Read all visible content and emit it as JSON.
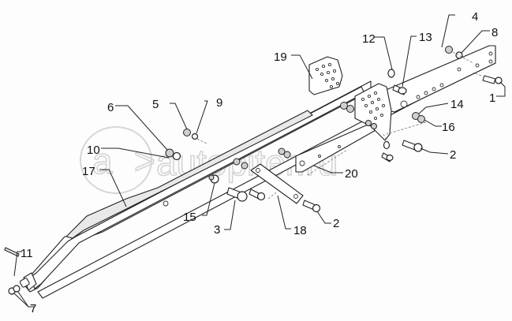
{
  "diagram": {
    "title": "",
    "type": "exploded-parts-diagram",
    "watermark": "autopiter.ru",
    "callouts": [
      {
        "id": "1",
        "label": "1"
      },
      {
        "id": "2a",
        "label": "2"
      },
      {
        "id": "2b",
        "label": "2"
      },
      {
        "id": "3",
        "label": "3"
      },
      {
        "id": "4",
        "label": "4"
      },
      {
        "id": "5",
        "label": "5"
      },
      {
        "id": "6",
        "label": "6"
      },
      {
        "id": "7",
        "label": "7"
      },
      {
        "id": "8",
        "label": "8"
      },
      {
        "id": "9",
        "label": "9"
      },
      {
        "id": "10",
        "label": "10"
      },
      {
        "id": "11",
        "label": "11"
      },
      {
        "id": "12",
        "label": "12"
      },
      {
        "id": "13",
        "label": "13"
      },
      {
        "id": "14",
        "label": "14"
      },
      {
        "id": "15",
        "label": "15"
      },
      {
        "id": "16",
        "label": "16"
      },
      {
        "id": "17",
        "label": "17"
      },
      {
        "id": "18",
        "label": "18"
      },
      {
        "id": "19",
        "label": "19"
      },
      {
        "id": "20",
        "label": "20"
      }
    ]
  }
}
